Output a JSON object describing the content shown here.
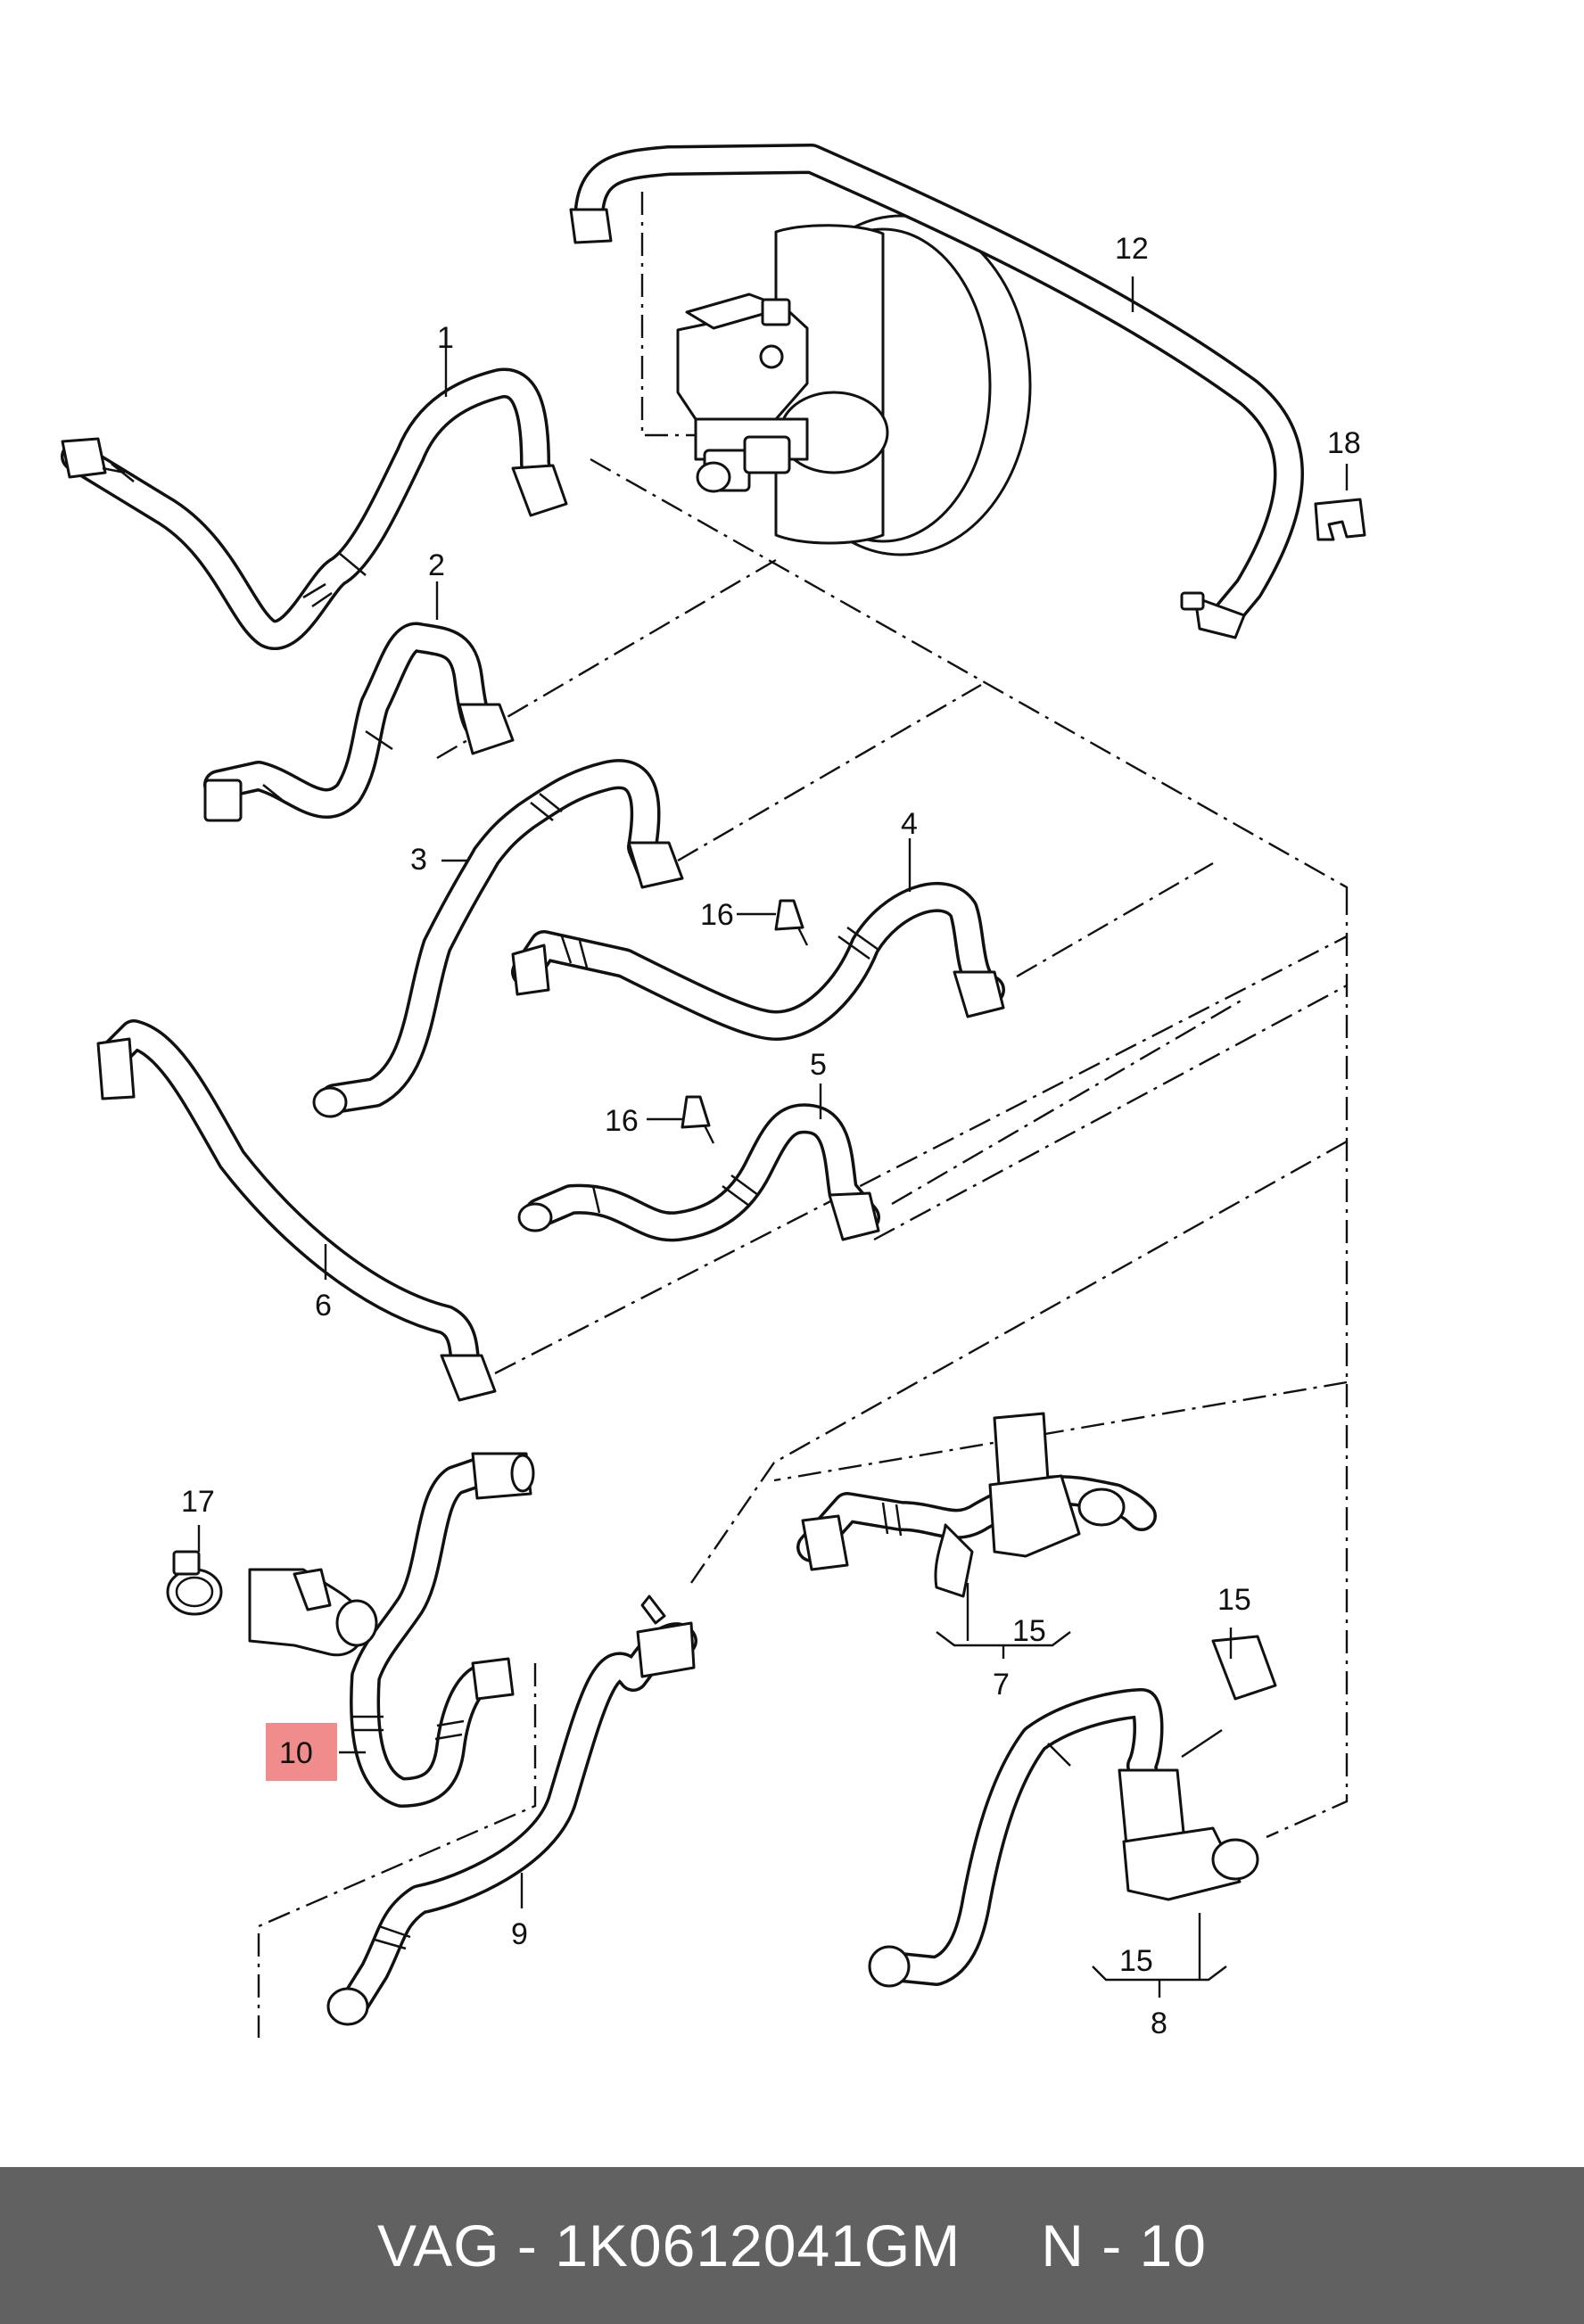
{
  "diagram": {
    "part_labels": {
      "p1": "1",
      "p2": "2",
      "p3": "3",
      "p4": "4",
      "p5": "5",
      "p6": "6",
      "p7": "7",
      "p8": "8",
      "p9": "9",
      "p10": "10",
      "p12": "12",
      "p15a": "15",
      "p15b": "15",
      "p15c": "15",
      "p16a": "16",
      "p16b": "16",
      "p17": "17",
      "p18": "18"
    },
    "highlighted_part": "10",
    "highlight_color": "#f08c8c"
  },
  "footer": {
    "brand": "VAG",
    "part_number": "1K0612041GM",
    "position_label": "N",
    "position_number": "10",
    "background_color": "#616161"
  }
}
